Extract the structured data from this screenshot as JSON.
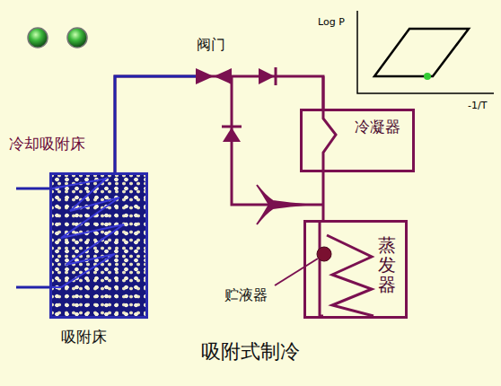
{
  "diagram": {
    "title": "吸附式制冷",
    "nodes": [
      {
        "text": [
          "吸附床"
        ]
      },
      {
        "text": [
          "冷凝器"
        ]
      },
      {
        "text": [
          "蒸发器"
        ]
      }
    ],
    "edges": [
      {
        "from": 0,
        "to": 1,
        "arrow": "none"
      },
      {
        "from": 1,
        "to": 2,
        "arrow": "none"
      }
    ],
    "labels": [
      "冷却吸附床",
      "阀门",
      "贮液器",
      "Log P",
      "-1/T"
    ]
  }
}
